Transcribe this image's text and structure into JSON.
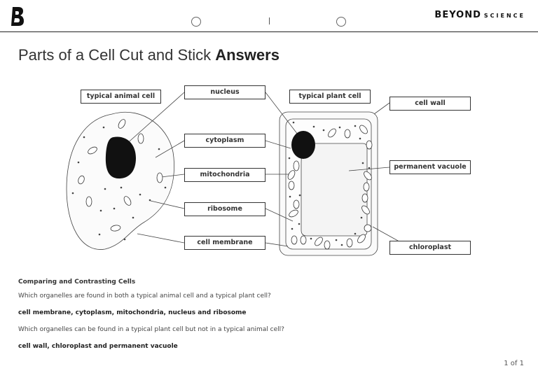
{
  "header": {
    "brand_main": "BEYOND",
    "brand_sub": "SCIENCE"
  },
  "title": {
    "regular": "Parts of a Cell Cut and Stick ",
    "bold": "Answers"
  },
  "labels": {
    "animal_cell": "typical animal cell",
    "plant_cell": "typical plant cell",
    "nucleus": "nucleus",
    "cytoplasm": "cytoplasm",
    "mitochondria": "mitochondria",
    "ribosome": "ribosome",
    "cell_membrane": "cell membrane",
    "cell_wall": "cell wall",
    "permanent_vacuole": "permanent vacuole",
    "chloroplast": "chloroplast"
  },
  "questions": {
    "heading": "Comparing and Contrasting Cells",
    "q1": "Which organelles are found in both a typical animal cell and a typical plant cell?",
    "a1": "cell membrane, cytoplasm, mitochondria, nucleus and ribosome",
    "q2": "Which organelles can be found in a typical plant cell but not in a typical animal cell?",
    "a2": "cell wall, chloroplast and permanent vacuole"
  },
  "footer": {
    "page": "1 of 1"
  },
  "icons": {
    "logo": "beyond-logo-icon",
    "punch_hole": "punch-hole-icon"
  }
}
